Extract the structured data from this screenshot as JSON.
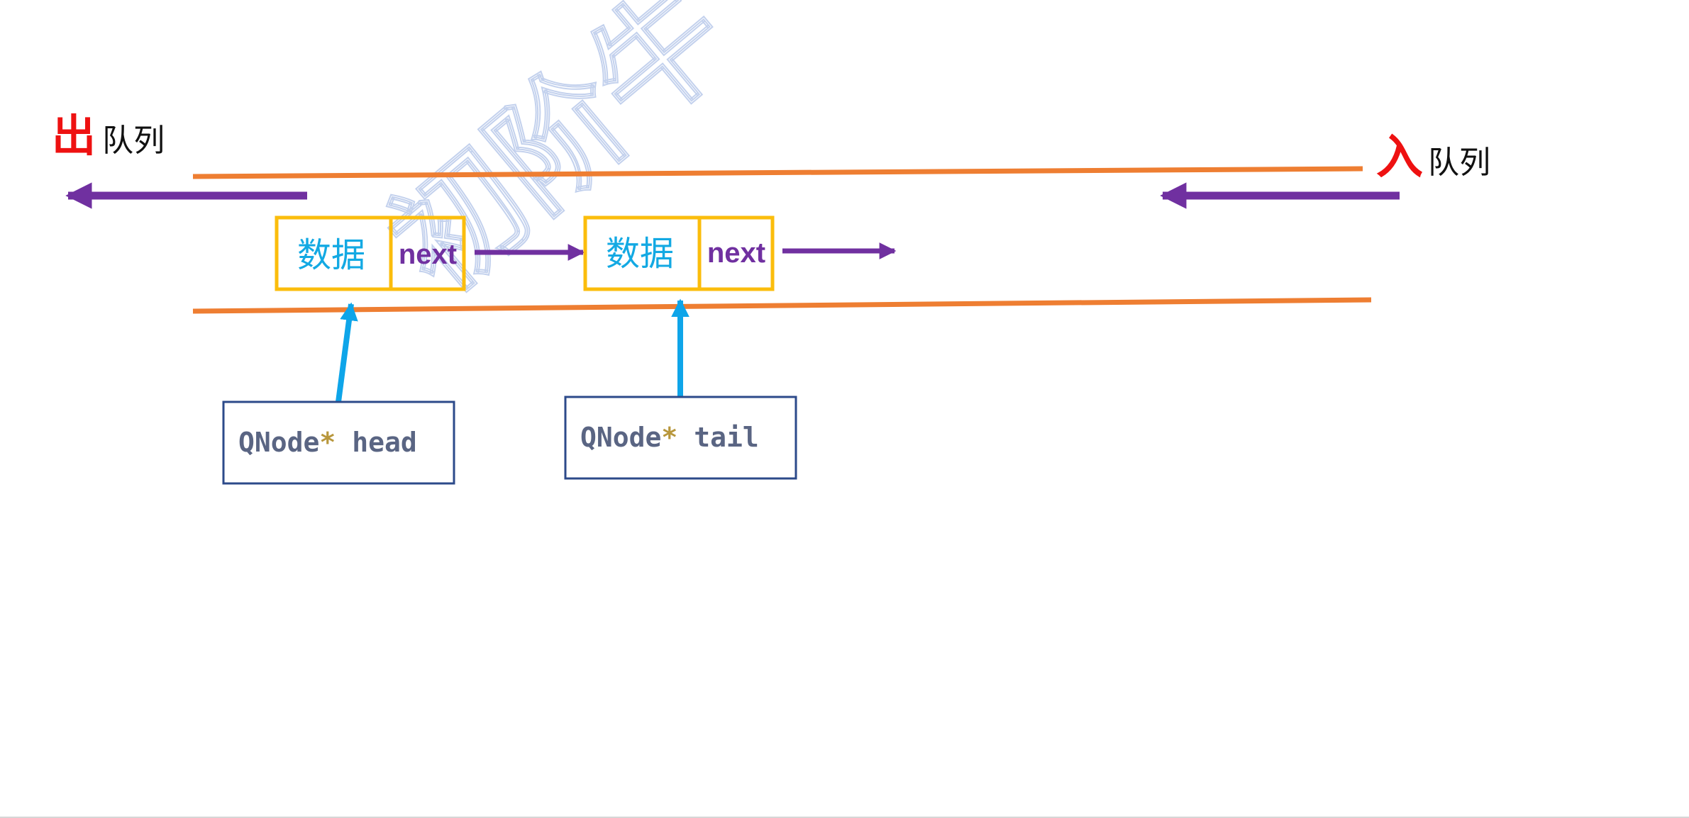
{
  "dequeue_label": {
    "highlight": "出",
    "rest": "队列"
  },
  "enqueue_label": {
    "highlight": "入",
    "rest": "队列"
  },
  "nodes": [
    {
      "data_label": "数据",
      "next_label": "next"
    },
    {
      "data_label": "数据",
      "next_label": "next"
    }
  ],
  "pointers": [
    {
      "type": "QNode",
      "star": "*",
      "name": "head"
    },
    {
      "type": "QNode",
      "star": "*",
      "name": "tail"
    }
  ],
  "watermark": "初阶牛",
  "colors": {
    "highlight_red": "#ee1111",
    "text_black": "#111111",
    "queue_border_orange": "#ee7e32",
    "flow_arrow_purple": "#7030a0",
    "node_border_yellow": "#fbbd0c",
    "data_text_blue": "#13a9e3",
    "pointer_arrow_blue": "#0ea5e9",
    "pointer_box_border": "#2c4a8a",
    "pointer_text_slate": "#5a6583",
    "pointer_star_gold": "#b8973c",
    "watermark_stroke": "#b9c9ea"
  }
}
